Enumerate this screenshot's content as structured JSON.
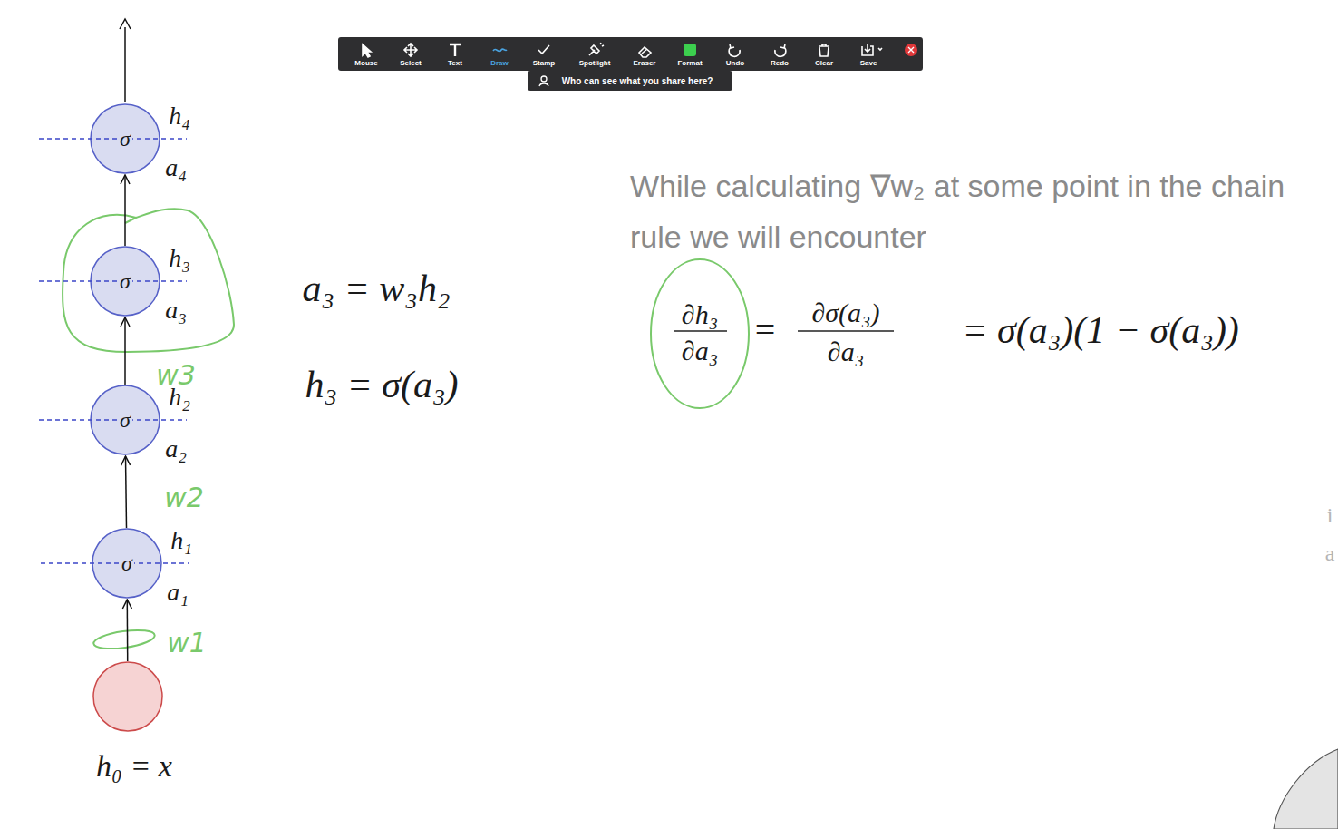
{
  "diagram": {
    "nodes": [
      {
        "text": [
          "σ",
          "h₄",
          "a₄"
        ]
      },
      {
        "text": [
          "σ",
          "h₃",
          "a₃"
        ]
      },
      {
        "text": [
          "σ",
          "h₂",
          "a₂"
        ]
      },
      {
        "text": [
          "σ",
          "h₁",
          "a₁"
        ]
      },
      {
        "text": [
          "h₀ = x"
        ]
      }
    ],
    "edges": [
      {
        "from": 4,
        "to": 3,
        "arrow": "to"
      },
      {
        "from": 3,
        "to": 2,
        "arrow": "to"
      },
      {
        "from": 2,
        "to": 1,
        "arrow": "to"
      },
      {
        "from": 1,
        "to": 0,
        "arrow": "to"
      }
    ],
    "labels": [
      "Mouse",
      "Select",
      "Text",
      "Draw",
      "Stamp",
      "Spotlight",
      "Eraser",
      "Format",
      "Undo",
      "Redo",
      "Clear",
      "Save",
      "Who can see what you share here?",
      "w3",
      "w2",
      "w1",
      "a₃ = w₃h₂",
      "h₃ = σ(a₃)",
      "While calculating ∇w₂ at some point in the chain rule we will encounter",
      "∂h₃",
      "∂a₃",
      "=",
      "∂σ(a₃)",
      "∂a₃",
      "= σ(a₃)(1 − σ(a₃))",
      "i",
      "a"
    ]
  }
}
